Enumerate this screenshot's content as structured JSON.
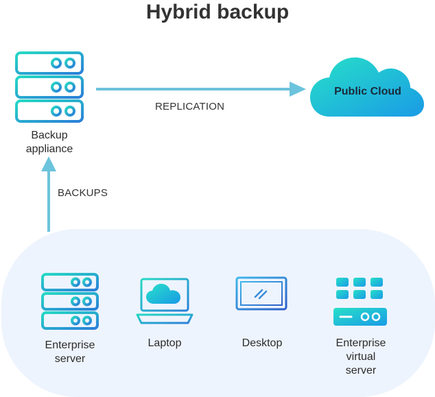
{
  "title": "Hybrid backup",
  "appliance": {
    "label_line1": "Backup",
    "label_line2": "appliance"
  },
  "cloud": {
    "label": "Public Cloud"
  },
  "flows": {
    "replication": "REPLICATION",
    "backups": "BACKUPS"
  },
  "sources": [
    {
      "line1": "Enterprise",
      "line2": "server",
      "line3": ""
    },
    {
      "line1": "Laptop",
      "line2": "",
      "line3": ""
    },
    {
      "line1": "Desktop",
      "line2": "",
      "line3": ""
    },
    {
      "line1": "Enterprise",
      "line2": "virtual",
      "line3": "server"
    }
  ],
  "colors": {
    "gradient_start": "#26d9c4",
    "gradient_end": "#2a7fd9",
    "arrow": "#6cc3dc",
    "panel": "#eef4fd"
  }
}
